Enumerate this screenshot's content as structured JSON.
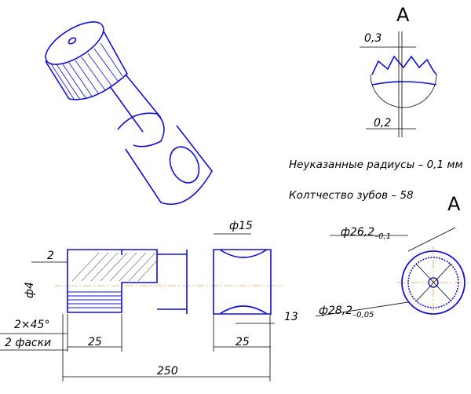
{
  "view_a": {
    "label_top": "А",
    "label_right": "А"
  },
  "detail_dims": {
    "gap_top": "0,3",
    "gap_bottom": "0,2"
  },
  "notes": {
    "radii": "Неуказанные радиусы – 0,1 мм",
    "teeth": "Колтчество зубов – 58"
  },
  "shaft_dims": {
    "chamfer_len": "2",
    "diameter_small": "ф4",
    "chamfer_angle": "2×45°",
    "chamfer_count": "2 фаски",
    "knurl_len": "25",
    "total_len": "250",
    "slot_diameter": "ф15",
    "slot_offset": "13",
    "slot_len": "25"
  },
  "section_dims": {
    "inner_main": "ф26,2",
    "inner_tol": "–0,1",
    "outer_main": "ф28,2",
    "outer_tol": "–0,05"
  },
  "colors": {
    "outline": "#1010d8",
    "axis": "#e07000",
    "dimension": "#000000"
  }
}
